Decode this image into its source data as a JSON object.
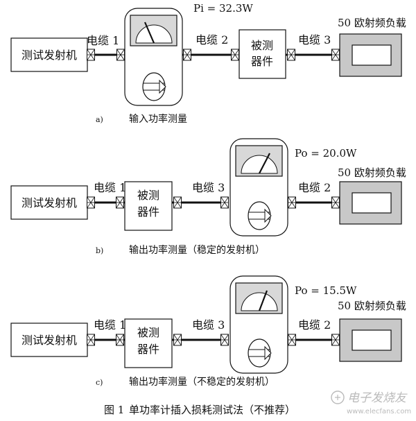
{
  "labels": {
    "tx": "测试发射机",
    "dut_l1": "被测",
    "dut_l2": "器件",
    "load": "50 欧射频负载",
    "cable1": "电缆 1",
    "cable2": "电缆 2",
    "cable3": "电缆 3"
  },
  "panels": [
    {
      "reading": "Pi = 32.3W",
      "tag": "a)",
      "caption": "输入功率测量"
    },
    {
      "reading": "Po = 20.0W",
      "tag": "b)",
      "caption": "输出功率测量（稳定的发射机）"
    },
    {
      "reading": "Po = 15.5W",
      "tag": "c)",
      "caption": "输出功率测量（不稳定的发射机）"
    }
  ],
  "figure": {
    "number": "图 1",
    "title": "单功率计插入损耗测试法（不推荐）"
  },
  "watermark": {
    "text": "电子发烧友",
    "url": "www.elecfans.com"
  }
}
